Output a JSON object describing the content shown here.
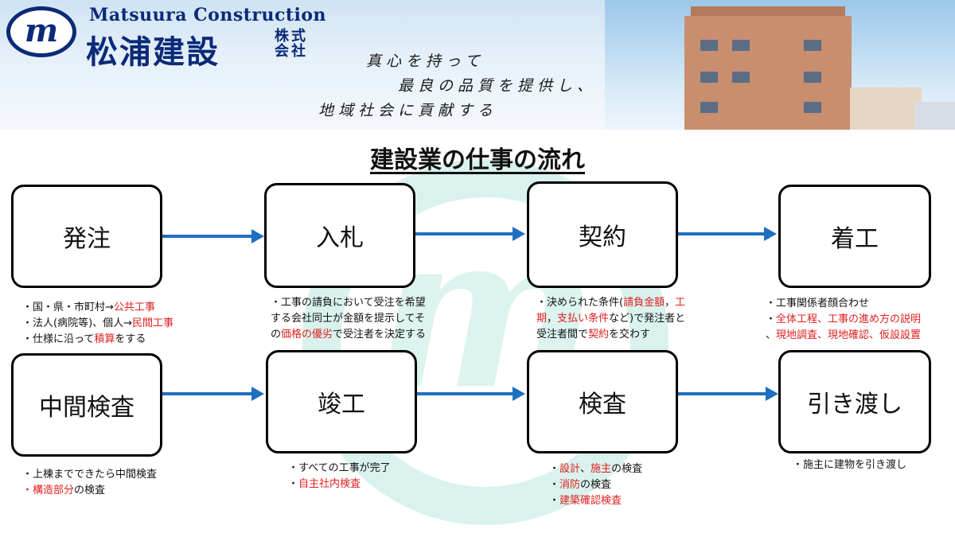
{
  "header": {
    "logo_mark": "m",
    "brand_en": "Matsuura Construction",
    "brand_jp": "松浦建設",
    "brand_suffix": "株式会社",
    "motto": [
      "真心を持って",
      "最良の品質を提供し、",
      "地域社会に貢献する"
    ]
  },
  "title": "建設業の仕事の流れ",
  "steps": [
    {
      "label": "発注",
      "notes": [
        [
          {
            "t": "・国・県・市町村→"
          },
          {
            "t": "公共工事",
            "red": true
          }
        ],
        [
          {
            "t": "・法人(病院等)、個人→"
          },
          {
            "t": "民間工事",
            "red": true
          }
        ],
        [
          {
            "t": "・仕様に沿って"
          },
          {
            "t": "積算",
            "red": true
          },
          {
            "t": "をする"
          }
        ]
      ]
    },
    {
      "label": "入札",
      "notes": [
        [
          {
            "t": "・工事の請負において受注を希望"
          }
        ],
        [
          {
            "t": "する会社同士が金額を提示してそ"
          }
        ],
        [
          {
            "t": "の"
          },
          {
            "t": "価格の優劣",
            "red": true
          },
          {
            "t": "で受注者を決定する"
          }
        ]
      ]
    },
    {
      "label": "契約",
      "notes": [
        [
          {
            "t": "・決められた条件("
          },
          {
            "t": "請負金額",
            "red": true
          },
          {
            "t": "，"
          },
          {
            "t": "工",
            "red": true
          }
        ],
        [
          {
            "t": "期",
            "red": true
          },
          {
            "t": "，"
          },
          {
            "t": "支払い条件",
            "red": true
          },
          {
            "t": "など)で発注者と"
          }
        ],
        [
          {
            "t": "受注者間で"
          },
          {
            "t": "契約",
            "red": true
          },
          {
            "t": "を交わす"
          }
        ]
      ]
    },
    {
      "label": "着工",
      "notes": [
        [
          {
            "t": "・工事関係者顔合わせ"
          }
        ],
        [
          {
            "t": "・"
          },
          {
            "t": "全体工程、工事の進め方の説明",
            "red": true
          }
        ],
        [
          {
            "t": "、"
          },
          {
            "t": "現地調査、現地確認、仮設設置",
            "red": true
          }
        ]
      ]
    },
    {
      "label": "中間検査",
      "notes": [
        [
          {
            "t": "・上棟までできたら中間検査"
          }
        ],
        [
          {
            "t": "・",
            "red": true
          },
          {
            "t": "構造部分",
            "red": true
          },
          {
            "t": "の検査"
          }
        ]
      ]
    },
    {
      "label": "竣工",
      "notes": [
        [
          {
            "t": "・すべての工事が完了"
          }
        ],
        [
          {
            "t": "・"
          },
          {
            "t": "自主社内検査",
            "red": true
          }
        ]
      ]
    },
    {
      "label": "検査",
      "notes": [
        [
          {
            "t": "・"
          },
          {
            "t": "設計",
            "red": true
          },
          {
            "t": "、"
          },
          {
            "t": "施主",
            "red": true
          },
          {
            "t": "の検査"
          }
        ],
        [
          {
            "t": "・"
          },
          {
            "t": "消防",
            "red": true
          },
          {
            "t": "の検査"
          }
        ],
        [
          {
            "t": "・"
          },
          {
            "t": "建築確認検査",
            "red": true
          }
        ]
      ]
    },
    {
      "label": "引き渡し",
      "notes": [
        [
          {
            "t": "・施主に建物を引き渡し"
          }
        ]
      ]
    }
  ],
  "colors": {
    "arrow": "#1f6fc1",
    "highlight": "#e02020",
    "brand": "#0b2a78"
  }
}
